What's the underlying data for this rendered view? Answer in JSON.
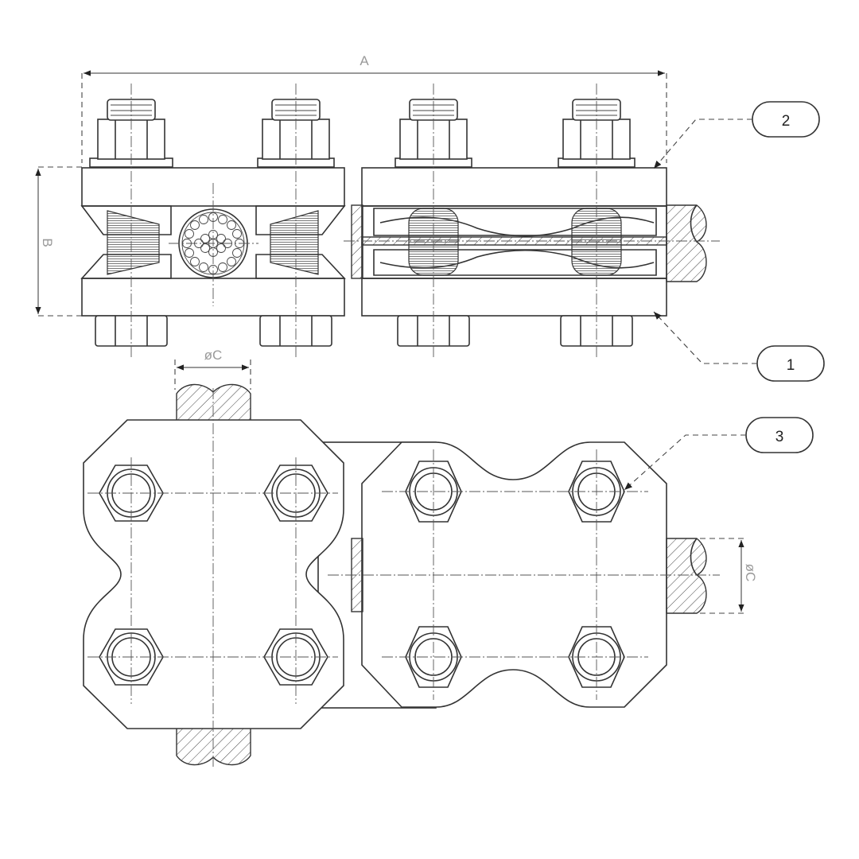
{
  "dimensions": {
    "a": "A",
    "b": "B",
    "c_top": "øC",
    "c_right": "øC"
  },
  "callouts": [
    {
      "id": "callout-1",
      "label": "1"
    },
    {
      "id": "callout-2",
      "label": "2"
    },
    {
      "id": "callout-3",
      "label": "3"
    }
  ],
  "colors": {
    "line": "#333333",
    "dimension_text": "#9a9a9a",
    "background": "#ffffff"
  }
}
